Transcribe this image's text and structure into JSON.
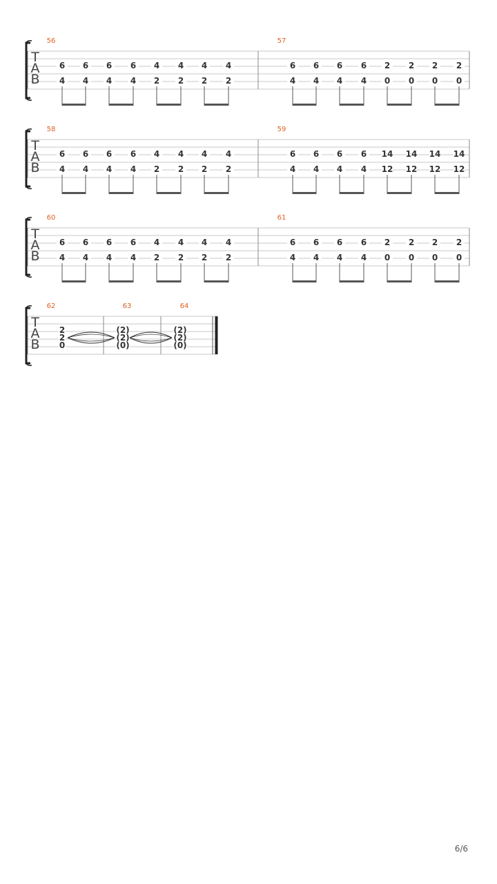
{
  "tab_clef": [
    "T",
    "A",
    "B"
  ],
  "colors": {
    "measure_number": "#e06020",
    "staff_line": "#c8c8c8",
    "ink": "#333333"
  },
  "page_number": "6/6",
  "systems": [
    {
      "measures": [
        {
          "number": "56",
          "beats": [
            {
              "top": "6",
              "bottom": "4"
            },
            {
              "top": "6",
              "bottom": "4"
            },
            {
              "top": "6",
              "bottom": "4"
            },
            {
              "top": "6",
              "bottom": "4"
            },
            {
              "top": "4",
              "bottom": "2"
            },
            {
              "top": "4",
              "bottom": "2"
            },
            {
              "top": "4",
              "bottom": "2"
            },
            {
              "top": "4",
              "bottom": "2"
            }
          ]
        },
        {
          "number": "57",
          "beats": [
            {
              "top": "6",
              "bottom": "4"
            },
            {
              "top": "6",
              "bottom": "4"
            },
            {
              "top": "6",
              "bottom": "4"
            },
            {
              "top": "6",
              "bottom": "4"
            },
            {
              "top": "2",
              "bottom": "0"
            },
            {
              "top": "2",
              "bottom": "0"
            },
            {
              "top": "2",
              "bottom": "0"
            },
            {
              "top": "2",
              "bottom": "0"
            }
          ]
        }
      ]
    },
    {
      "measures": [
        {
          "number": "58",
          "beats": [
            {
              "top": "6",
              "bottom": "4"
            },
            {
              "top": "6",
              "bottom": "4"
            },
            {
              "top": "6",
              "bottom": "4"
            },
            {
              "top": "6",
              "bottom": "4"
            },
            {
              "top": "4",
              "bottom": "2"
            },
            {
              "top": "4",
              "bottom": "2"
            },
            {
              "top": "4",
              "bottom": "2"
            },
            {
              "top": "4",
              "bottom": "2"
            }
          ]
        },
        {
          "number": "59",
          "beats": [
            {
              "top": "6",
              "bottom": "4"
            },
            {
              "top": "6",
              "bottom": "4"
            },
            {
              "top": "6",
              "bottom": "4"
            },
            {
              "top": "6",
              "bottom": "4"
            },
            {
              "top": "14",
              "bottom": "12"
            },
            {
              "top": "14",
              "bottom": "12"
            },
            {
              "top": "14",
              "bottom": "12"
            },
            {
              "top": "14",
              "bottom": "12"
            }
          ]
        }
      ]
    },
    {
      "measures": [
        {
          "number": "60",
          "beats": [
            {
              "top": "6",
              "bottom": "4"
            },
            {
              "top": "6",
              "bottom": "4"
            },
            {
              "top": "6",
              "bottom": "4"
            },
            {
              "top": "6",
              "bottom": "4"
            },
            {
              "top": "4",
              "bottom": "2"
            },
            {
              "top": "4",
              "bottom": "2"
            },
            {
              "top": "4",
              "bottom": "2"
            },
            {
              "top": "4",
              "bottom": "2"
            }
          ]
        },
        {
          "number": "61",
          "beats": [
            {
              "top": "6",
              "bottom": "4"
            },
            {
              "top": "6",
              "bottom": "4"
            },
            {
              "top": "6",
              "bottom": "4"
            },
            {
              "top": "6",
              "bottom": "4"
            },
            {
              "top": "2",
              "bottom": "0"
            },
            {
              "top": "2",
              "bottom": "0"
            },
            {
              "top": "2",
              "bottom": "0"
            },
            {
              "top": "2",
              "bottom": "0"
            }
          ]
        }
      ]
    }
  ],
  "final_system": {
    "measures": [
      {
        "number": "62",
        "chord": [
          "2",
          "2",
          "0"
        ]
      },
      {
        "number": "63",
        "chord": [
          "(2)",
          "(2)",
          "(0)"
        ]
      },
      {
        "number": "64",
        "chord": [
          "(2)",
          "(2)",
          "(0)"
        ]
      }
    ]
  }
}
